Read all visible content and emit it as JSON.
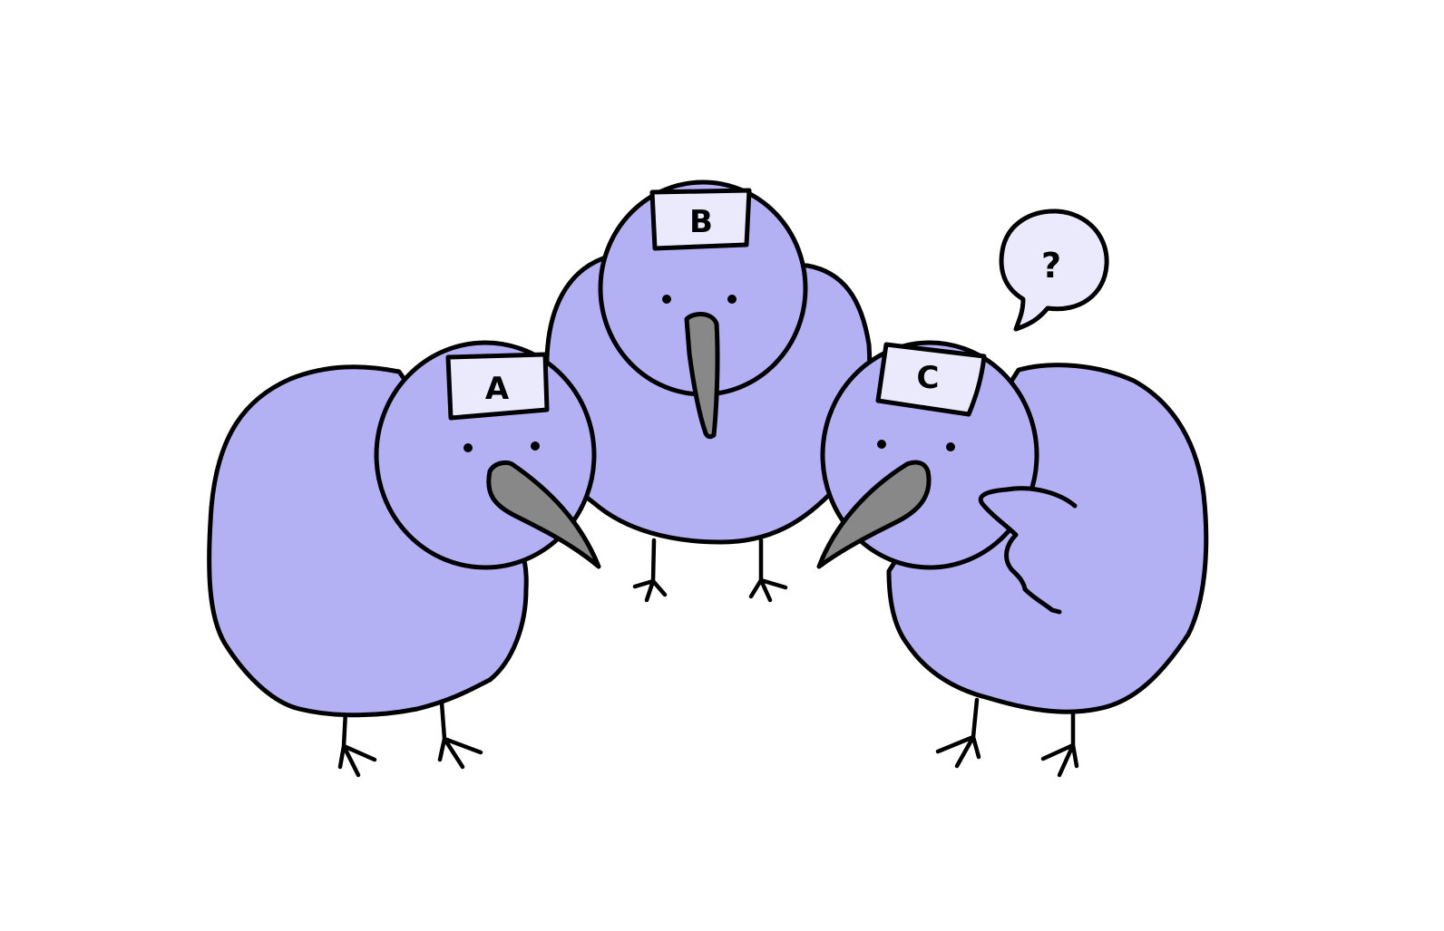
{
  "illustration": {
    "birds": [
      {
        "label": "A"
      },
      {
        "label": "B"
      },
      {
        "label": "C"
      }
    ],
    "speech_bubble": {
      "text": "?"
    }
  },
  "colors": {
    "body_fill": "#b3b0f4",
    "label_fill": "#ebeafc",
    "beak_fill": "#888888",
    "outline": "#000000",
    "background": "#ffffff"
  }
}
